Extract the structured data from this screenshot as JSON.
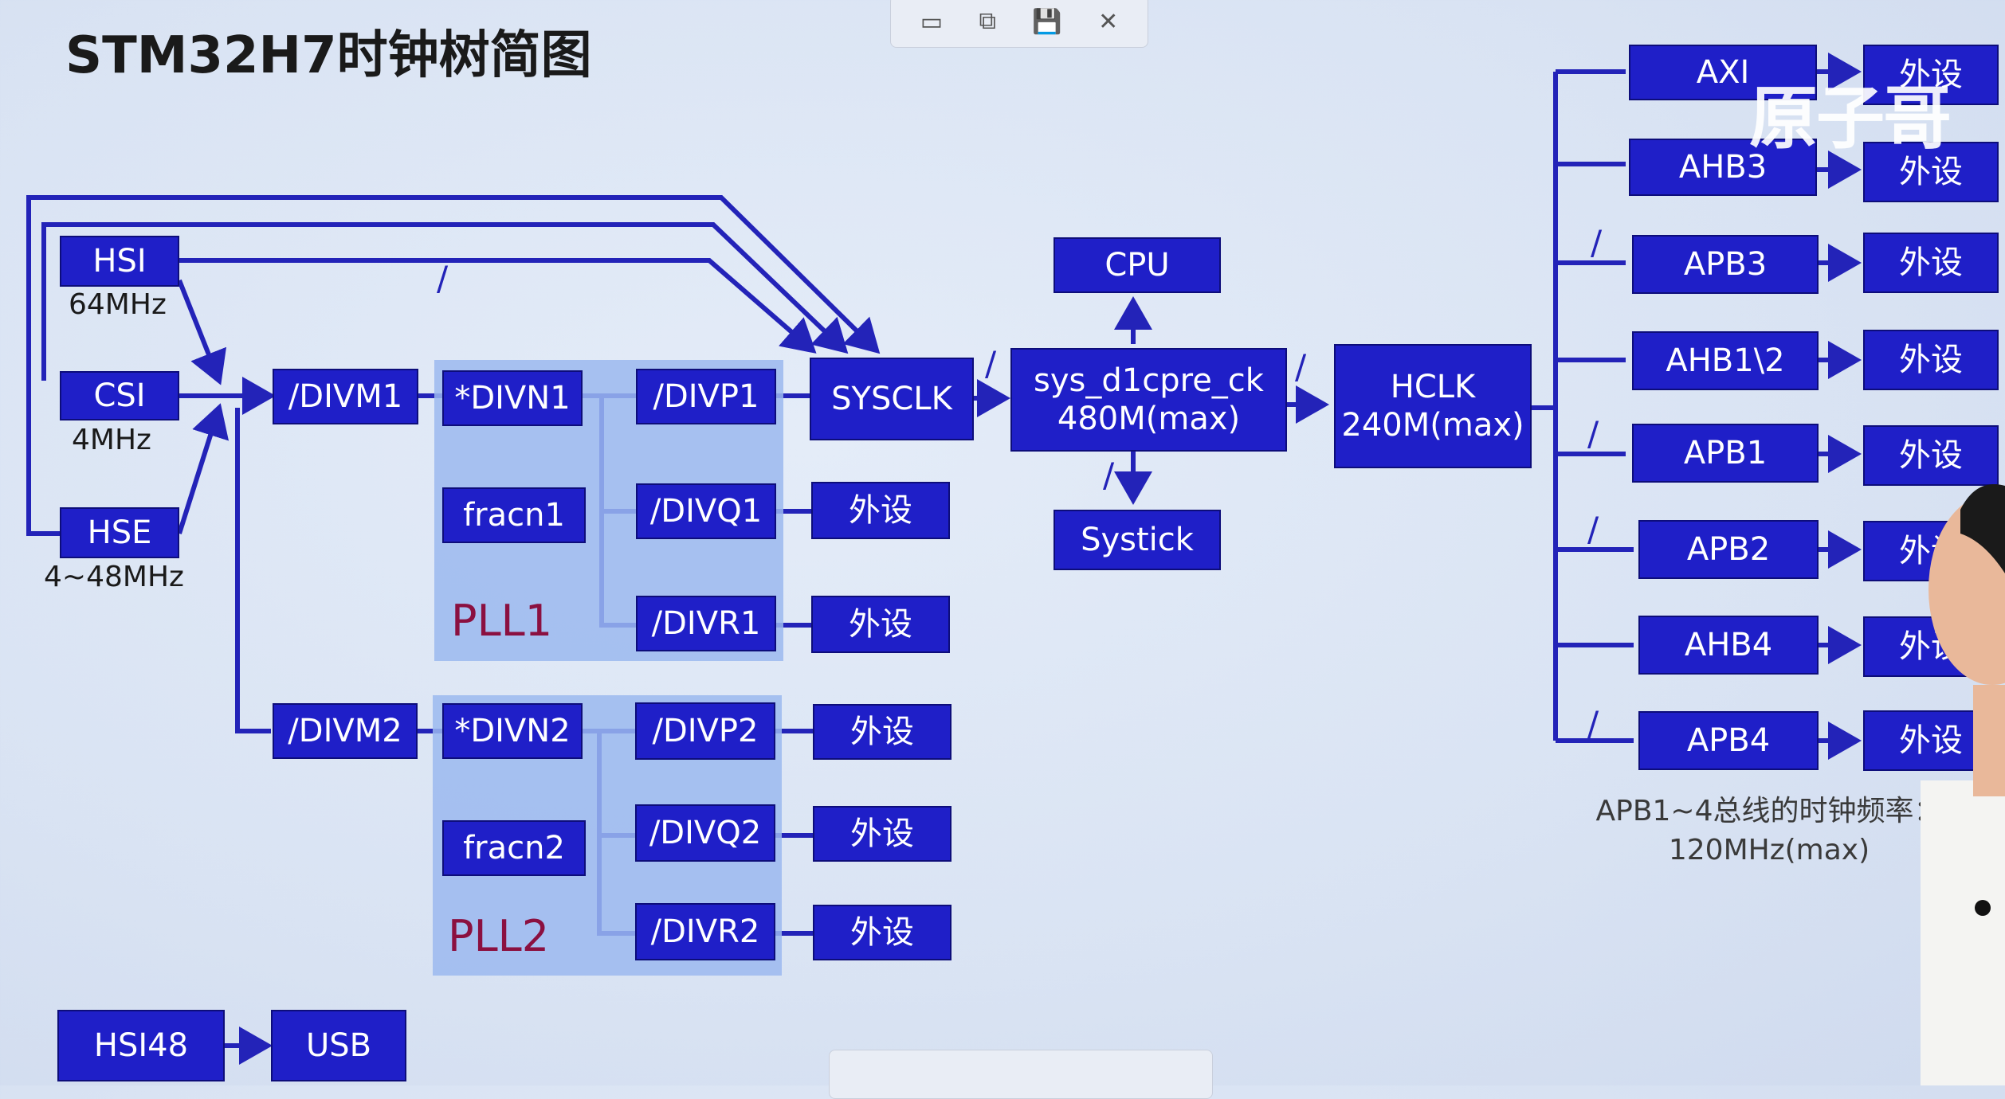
{
  "title": "STM32H7时钟树简图",
  "sources": {
    "hsi": {
      "label": "HSI",
      "freq": "64MHz"
    },
    "csi": {
      "label": "CSI",
      "freq": "4MHz"
    },
    "hse": {
      "label": "HSE",
      "freq": "4~48MHz"
    },
    "hsi48": {
      "label": "HSI48"
    }
  },
  "usb": "USB",
  "divm1": "/DIVM1",
  "divm2": "/DIVM2",
  "pll1": {
    "name": "PLL1",
    "divn": "*DIVN1",
    "fracn": "fracn1",
    "divp": "/DIVP1",
    "divq": "/DIVQ1",
    "divr": "/DIVR1"
  },
  "pll2": {
    "name": "PLL2",
    "divn": "*DIVN2",
    "fracn": "fracn2",
    "divp": "/DIVP2",
    "divq": "/DIVQ2",
    "divr": "/DIVR2"
  },
  "peripheral": "外设",
  "sysclk": "SYSCLK",
  "cpu": "CPU",
  "systick": "Systick",
  "sys_d1cpre": {
    "line1": "sys_d1cpre_ck",
    "line2": "480M(max)"
  },
  "hclk": {
    "line1": "HCLK",
    "line2": "240M(max)"
  },
  "buses": [
    "AXI",
    "AHB3",
    "APB3",
    "AHB1\\2",
    "APB1",
    "APB2",
    "AHB4",
    "APB4"
  ],
  "divider_mark": "/",
  "note": {
    "line1": "APB1~4总线的时钟频率：",
    "line2": "120MHz(max)"
  },
  "watermark": "原子哥",
  "toolbar": [
    "▭",
    "⧉",
    "💾",
    "✕"
  ],
  "colors": {
    "box": "#1f1fc8",
    "line": "#2323b8",
    "pll_bg": "#9bb8ee",
    "pll_label": "#8b1040"
  }
}
